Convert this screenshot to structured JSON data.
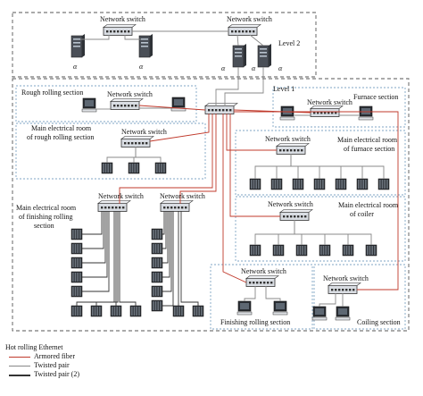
{
  "labels": {
    "level2": "Level 2",
    "level1": "Level 1",
    "alpha": "α",
    "network_switch": "Network switch",
    "rough_rolling_section": "Rough rolling section",
    "furnace_section": "Furnace section",
    "main_room_rough": [
      "Main electrical room",
      "of rough rolling section"
    ],
    "main_room_furnace": [
      "Main electrical room",
      "of furnace section"
    ],
    "main_room_finishing": [
      "Main electrical room",
      "of finishing rolling",
      "section"
    ],
    "main_room_coiler": [
      "Main electrical room",
      "of coiler"
    ],
    "finishing_rolling_section": "Finishing rolling section",
    "coiling_section": "Coiling section"
  },
  "legend": {
    "title": "Hot rolling Ethernet",
    "items": [
      {
        "label": "Armored fiber",
        "color": "#c0392b"
      },
      {
        "label": "Twisted pair",
        "color": "#888888"
      },
      {
        "label": "Twisted pair (2)",
        "color": "#333333"
      }
    ]
  },
  "colors": {
    "fiber": "#c0392b",
    "twisted_pair": "#888888",
    "twisted_pair_2": "#333333",
    "dashed_border": "#555555",
    "dotted_border": "#7fa6c4"
  }
}
